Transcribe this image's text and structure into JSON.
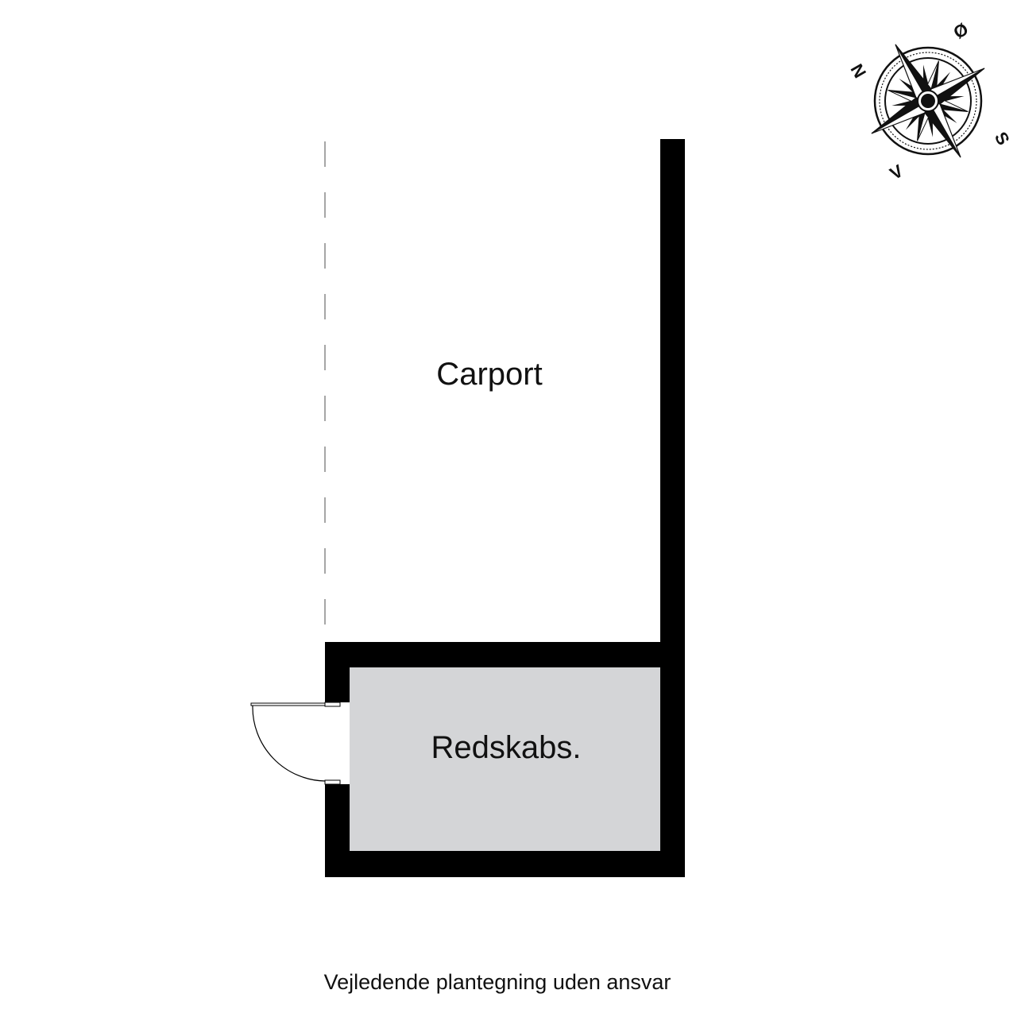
{
  "rooms": {
    "carport": "Carport",
    "shed": "Redskabs."
  },
  "compass": {
    "north": "N",
    "east": "Ø",
    "south": "S",
    "west": "V"
  },
  "footer": {
    "disclaimer": "Vejledende plantegning uden ansvar"
  },
  "colors": {
    "wall": "#000000",
    "shed_floor": "#d4d5d7",
    "background": "#ffffff"
  }
}
